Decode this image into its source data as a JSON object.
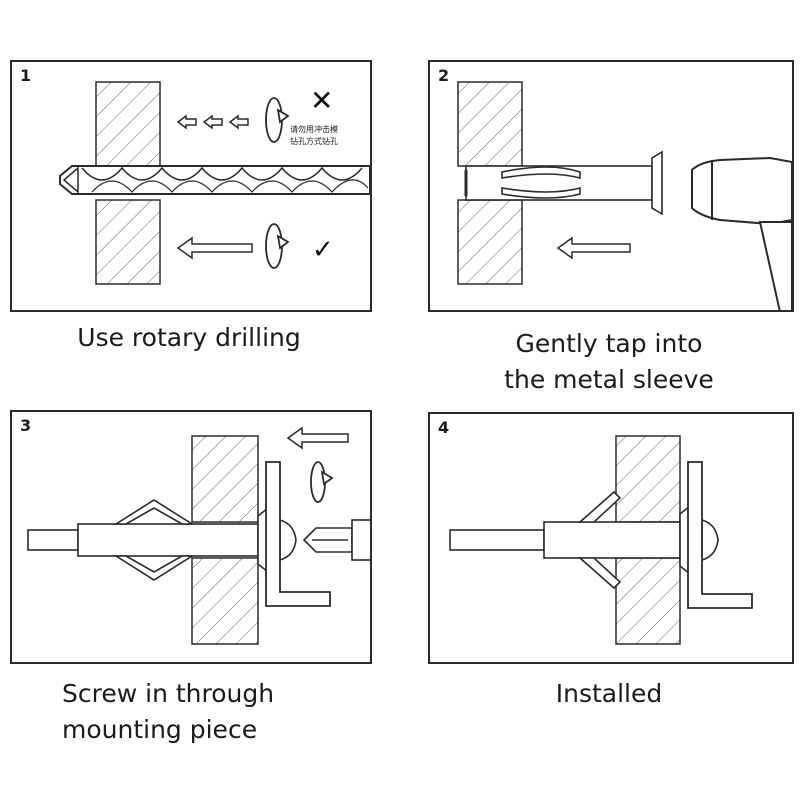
{
  "steps": [
    {
      "number": "1",
      "caption_lines": [
        "Use rotary drilling"
      ],
      "note_lines": [
        "请勿用冲击模",
        "钻孔方式钻孔"
      ],
      "marks": {
        "wrong": "✕",
        "right": "✓"
      },
      "icons": [
        "wall-icon",
        "drill-bit-icon",
        "rotation-icon",
        "arrow-left-icon",
        "cross-icon",
        "check-icon"
      ]
    },
    {
      "number": "2",
      "caption_lines": [
        "Gently tap into",
        "the metal sleeve"
      ],
      "icons": [
        "wall-icon",
        "anchor-sleeve-icon",
        "hammer-icon",
        "arrow-left-icon"
      ]
    },
    {
      "number": "3",
      "caption_lines": [
        "Screw in through",
        "mounting piece"
      ],
      "icons": [
        "wall-icon",
        "expanding-anchor-icon",
        "l-bracket-icon",
        "screwdriver-icon",
        "rotation-icon",
        "arrow-left-icon"
      ]
    },
    {
      "number": "4",
      "caption_lines": [
        "Installed"
      ],
      "icons": [
        "wall-icon",
        "expanded-anchor-icon",
        "l-bracket-icon",
        "screw-head-icon"
      ]
    }
  ],
  "colors": {
    "line": "#2a2a2a",
    "hatch": "#555555",
    "background": "#ffffff"
  }
}
